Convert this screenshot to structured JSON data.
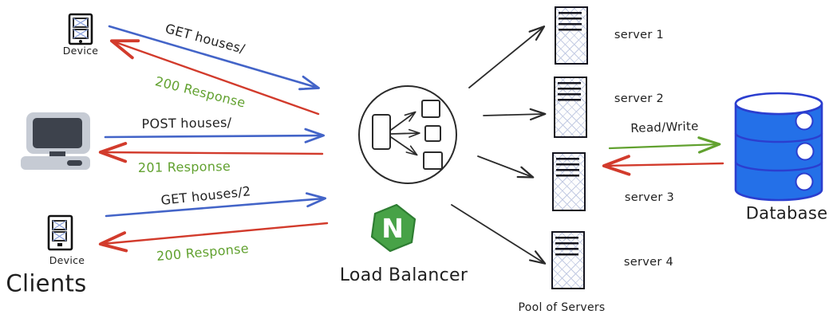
{
  "colors": {
    "ink": "#1f1f1f",
    "sketch_black": "#2b2b2b",
    "arrow_blue": "#4364c8",
    "arrow_red": "#d23b2c",
    "label_green": "#61a12f",
    "nginx_green": "#47a247",
    "nginx_edge": "#2e7d32",
    "db_fill": "#2470e8",
    "db_stroke": "#2b3ecf",
    "hatch_blue": "#c3cbe3",
    "device_x_blue": "#8aa0dc",
    "monitor_dark": "#3d424c",
    "monitor_light": "#c6cbd4"
  },
  "clients": {
    "section_label": "Clients",
    "devices": [
      {
        "label": "Device"
      },
      {
        "label": "Device"
      }
    ]
  },
  "traffic": {
    "flows": [
      {
        "request": "GET houses/",
        "response": "200 Response"
      },
      {
        "request": "POST houses/",
        "response": "201 Response"
      },
      {
        "request": "GET houses/2",
        "response": "200 Response"
      }
    ]
  },
  "load_balancer": {
    "label": "Load Balancer",
    "logo_letter": "N"
  },
  "server_pool": {
    "label": "Pool of Servers",
    "servers": [
      "server 1",
      "server 2",
      "server 3",
      "server 4"
    ]
  },
  "database": {
    "label": "Database",
    "link_label": "Read/Write"
  }
}
